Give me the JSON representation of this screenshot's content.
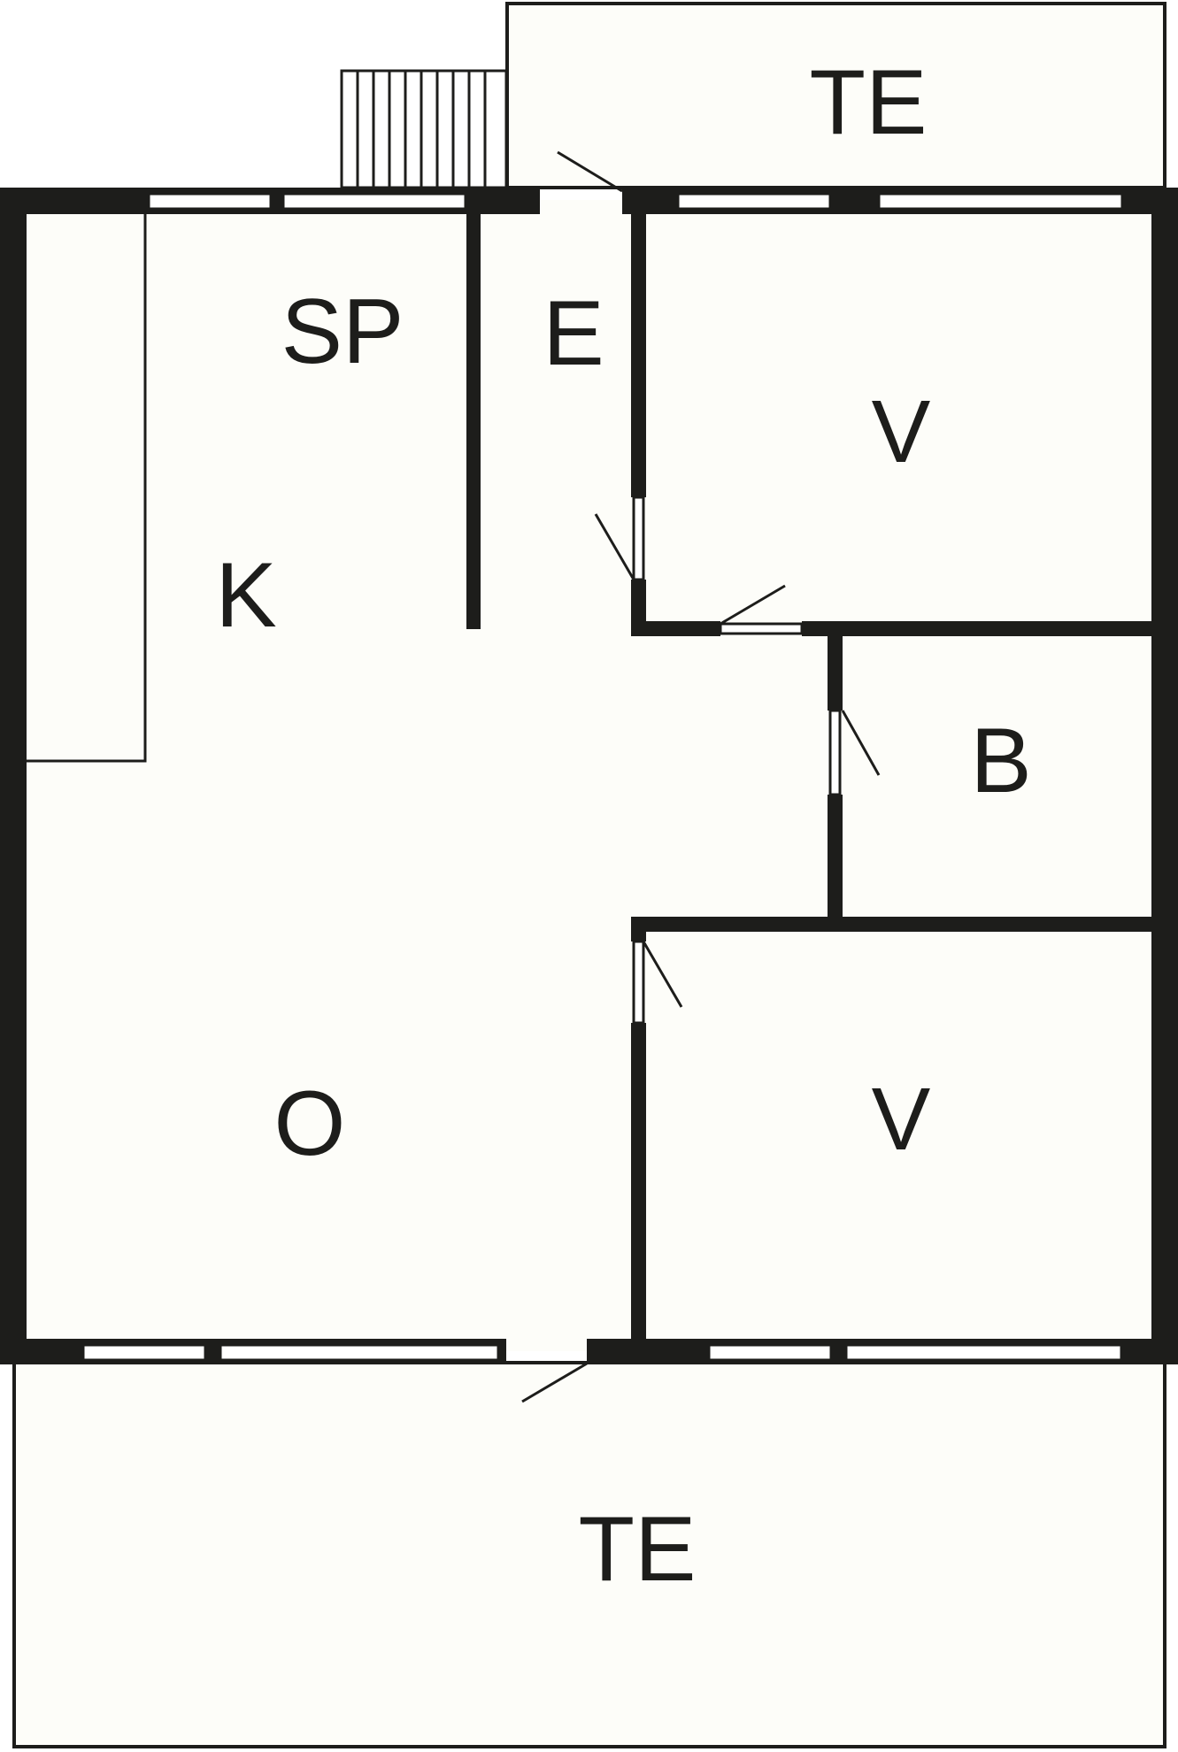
{
  "floor_plan": {
    "colors": {
      "fill": "#fdfdf9",
      "wall": "#1d1d1b",
      "background": "#ffffff"
    },
    "rooms": {
      "terrace_top": "TE",
      "storage": "SP",
      "entrance": "E",
      "bedroom_top": "V",
      "kitchen": "K",
      "bathroom": "B",
      "living_room": "O",
      "bedroom_bottom": "V",
      "terrace_bottom": "TE"
    }
  }
}
